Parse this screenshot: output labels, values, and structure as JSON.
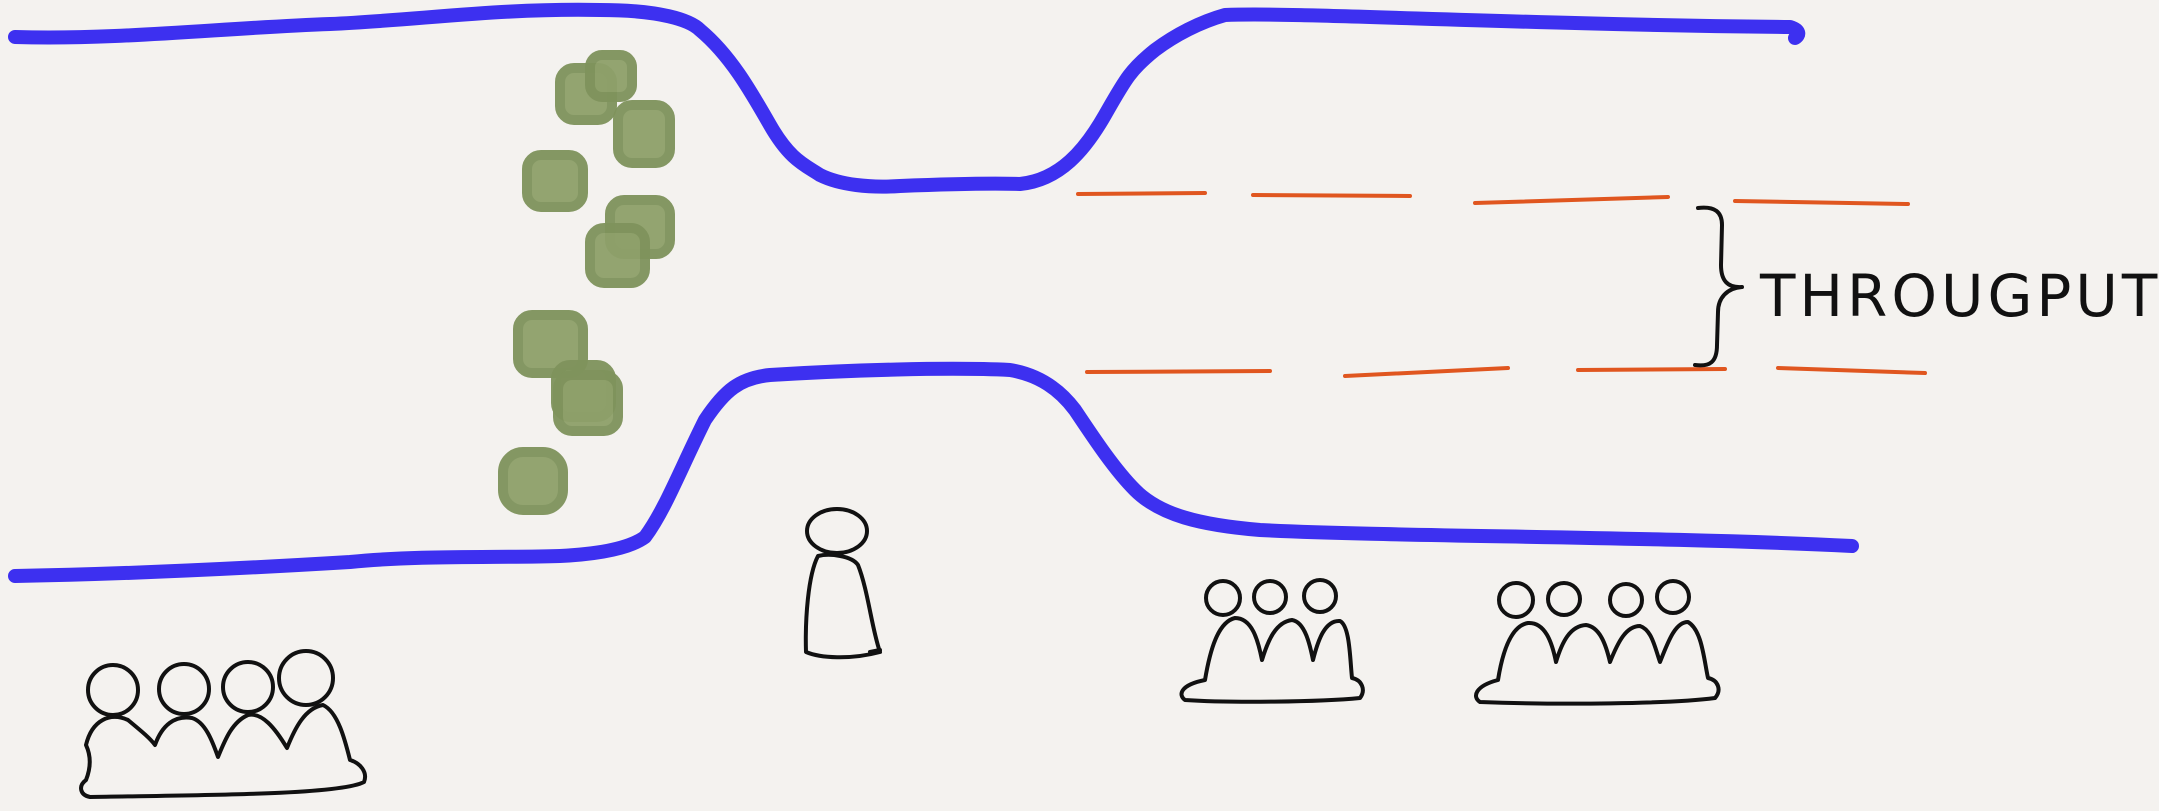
{
  "label": {
    "throughput": "THROUGPUT"
  },
  "colors": {
    "background": "#f4f2ef",
    "pipe": "#3d30f0",
    "throughput_lines": "#e0561f",
    "ink": "#111111",
    "blocks": "#8ea06a",
    "blocks_edge": "#7f935c"
  },
  "icons": {
    "blocks": "green-square-blocks",
    "people": "stick-figure-groups"
  }
}
